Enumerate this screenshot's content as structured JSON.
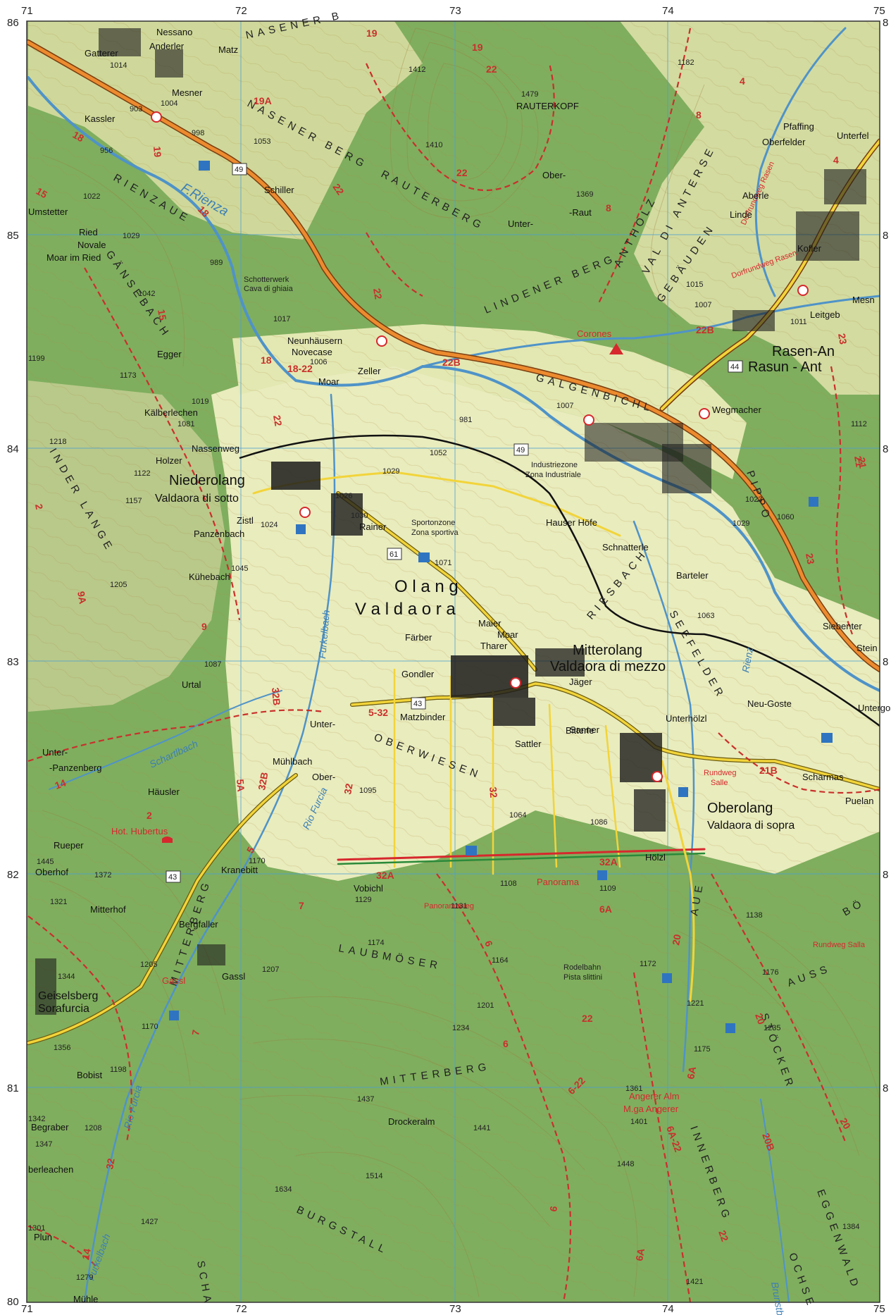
{
  "map": {
    "grid_top": [
      "71",
      "72",
      "73",
      "74",
      "75"
    ],
    "grid_bottom": [
      "71",
      "72",
      "73",
      "74",
      "75"
    ],
    "grid_left": [
      "86",
      "85",
      "84",
      "83",
      "82",
      "81",
      "80"
    ],
    "grid_right": [
      "8",
      "8",
      "8",
      "8",
      "8",
      "8"
    ],
    "places": [
      {
        "id": "nessano",
        "label": "Nessano"
      },
      {
        "id": "anderler",
        "label": "Anderler"
      },
      {
        "id": "gatterer",
        "label": "Gatterer"
      },
      {
        "id": "matz",
        "label": "Matz"
      },
      {
        "id": "mesner",
        "label": "Mesner"
      },
      {
        "id": "kassler",
        "label": "Kassler"
      },
      {
        "id": "rauterkopf",
        "label": "RAUTERKOPF"
      },
      {
        "id": "ober",
        "label": "Ober-"
      },
      {
        "id": "raut",
        "label": "-Raut"
      },
      {
        "id": "unter",
        "label": "Unter-"
      },
      {
        "id": "pfaffing",
        "label": "Pfaffing"
      },
      {
        "id": "oberfelder",
        "label": "Oberfelder"
      },
      {
        "id": "unterfel",
        "label": "Unterfel"
      },
      {
        "id": "aberle",
        "label": "Aberle"
      },
      {
        "id": "linde",
        "label": "Linde"
      },
      {
        "id": "kofler",
        "label": "Kofler"
      },
      {
        "id": "mesn",
        "label": "Mesn"
      },
      {
        "id": "leitgeb",
        "label": "Leitgeb"
      },
      {
        "id": "umstetter",
        "label": "Umstetter"
      },
      {
        "id": "ried",
        "label": "Ried"
      },
      {
        "id": "novale",
        "label": "Novale"
      },
      {
        "id": "moar_ried",
        "label": "Moar im Ried"
      },
      {
        "id": "schiller",
        "label": "Schiller"
      },
      {
        "id": "schotterwerk",
        "label": "Schotterwerk"
      },
      {
        "id": "cava",
        "label": "Cava di ghiaia"
      },
      {
        "id": "neunhausern",
        "label": "Neunhäusern"
      },
      {
        "id": "novecase",
        "label": "Novecase"
      },
      {
        "id": "moar",
        "label": "Moar"
      },
      {
        "id": "zeller",
        "label": "Zeller"
      },
      {
        "id": "egger",
        "label": "Egger"
      },
      {
        "id": "corones",
        "label": "Corones"
      },
      {
        "id": "rasen",
        "label": "Rasen-An"
      },
      {
        "id": "rasun",
        "label": "Rasun - Ant"
      },
      {
        "id": "wegmacher",
        "label": "Wegmacher"
      },
      {
        "id": "kalberlechen",
        "label": "Kälberlechen"
      },
      {
        "id": "nassenweg",
        "label": "Nassenweg"
      },
      {
        "id": "holzer",
        "label": "Holzer"
      },
      {
        "id": "niederolang",
        "label": "Niederolang"
      },
      {
        "id": "valdaora_sotto",
        "label": "Valdaora di sotto"
      },
      {
        "id": "industriezone",
        "label": "Industriezone"
      },
      {
        "id": "zona_industriale",
        "label": "Zona Industriale"
      },
      {
        "id": "sportonzone",
        "label": "Sportonzone"
      },
      {
        "id": "zona_sportiva",
        "label": "Zona sportiva"
      },
      {
        "id": "rainer",
        "label": "Rainer"
      },
      {
        "id": "panzenbach",
        "label": "Panzenbach"
      },
      {
        "id": "zistl",
        "label": "Zistl"
      },
      {
        "id": "hauser_hofe",
        "label": "Hauser Höfe"
      },
      {
        "id": "schnatterle",
        "label": "Schnatterle"
      },
      {
        "id": "barteler",
        "label": "Barteler"
      },
      {
        "id": "kuhebach",
        "label": "Kühebach"
      },
      {
        "id": "olang",
        "label": "O l a n g"
      },
      {
        "id": "valdaora",
        "label": "V a l d a o r a"
      },
      {
        "id": "maier",
        "label": "Maier"
      },
      {
        "id": "moar2",
        "label": "Moar"
      },
      {
        "id": "tharer",
        "label": "Tharer"
      },
      {
        "id": "farber",
        "label": "Färber"
      },
      {
        "id": "mitterolang",
        "label": "Mitterolang"
      },
      {
        "id": "valdaora_mezzo",
        "label": "Valdaora di mezzo"
      },
      {
        "id": "jager",
        "label": "Jäger"
      },
      {
        "id": "siebenter",
        "label": "Siebenter"
      },
      {
        "id": "stein",
        "label": "Stein"
      },
      {
        "id": "gondler",
        "label": "Gondler"
      },
      {
        "id": "urtal",
        "label": "Urtal"
      },
      {
        "id": "neu_goste",
        "label": "Neu-Goste"
      },
      {
        "id": "untergos",
        "label": "Untergos"
      },
      {
        "id": "matzbinder",
        "label": "Matzbinder"
      },
      {
        "id": "bitterle",
        "label": "Bitterle"
      },
      {
        "id": "sanner",
        "label": "Sanner"
      },
      {
        "id": "unterholzl",
        "label": "Unterhölzl"
      },
      {
        "id": "unter2",
        "label": "Unter-"
      },
      {
        "id": "sattler",
        "label": "Sattler"
      },
      {
        "id": "unter_panzenberg_a",
        "label": "Unter-"
      },
      {
        "id": "unter_panzenberg_b",
        "label": "-Panzenberg"
      },
      {
        "id": "muhlbach",
        "label": "Mühlbach"
      },
      {
        "id": "ober2",
        "label": "Ober-"
      },
      {
        "id": "scharmas",
        "label": "Scharmas"
      },
      {
        "id": "rundweg_salle_a",
        "label": "Rundweg"
      },
      {
        "id": "rundweg_salle_b",
        "label": "Salle"
      },
      {
        "id": "hausler",
        "label": "Häusler"
      },
      {
        "id": "oberolang",
        "label": "Oberolang"
      },
      {
        "id": "valdaora_sopra",
        "label": "Valdaora di sopra"
      },
      {
        "id": "puelan",
        "label": "Puelan"
      },
      {
        "id": "hof_hubertus",
        "label": "Hot. Hubertus"
      },
      {
        "id": "rueper",
        "label": "Rueper"
      },
      {
        "id": "oberhof",
        "label": "Oberhof"
      },
      {
        "id": "kranebitt",
        "label": "Kranebitt"
      },
      {
        "id": "holzl",
        "label": "Hölzl"
      },
      {
        "id": "vobichl",
        "label": "Vobichl"
      },
      {
        "id": "panorama",
        "label": "Panorama"
      },
      {
        "id": "mitterhof",
        "label": "Mitterhof"
      },
      {
        "id": "panoramaweg",
        "label": "Panoramaweg"
      },
      {
        "id": "bergfaller",
        "label": "Bergfaller"
      },
      {
        "id": "rundweg_salla",
        "label": "Rundweg Salla"
      },
      {
        "id": "gassl_red",
        "label": "Gassl"
      },
      {
        "id": "gassl",
        "label": "Gassl"
      },
      {
        "id": "rodelbahn",
        "label": "Rodelbahn"
      },
      {
        "id": "pista_slittini",
        "label": "Pista slittini"
      },
      {
        "id": "geiselsberg",
        "label": "Geiselsberg"
      },
      {
        "id": "sorafurcia",
        "label": "Sorafurcia"
      },
      {
        "id": "bobist",
        "label": "Bobist"
      },
      {
        "id": "angerer_alm",
        "label": "Angerer Alm"
      },
      {
        "id": "mga_angerer",
        "label": "M.ga Angerer"
      },
      {
        "id": "begraber",
        "label": "Begraber"
      },
      {
        "id": "drockeralm",
        "label": "Drockeralm"
      },
      {
        "id": "oberleachen",
        "label": "berleachen"
      },
      {
        "id": "plun",
        "label": "Plun"
      },
      {
        "id": "muhle",
        "label": "Mühle"
      }
    ],
    "ridges": [
      {
        "id": "nasener_berg_top",
        "label": "NASENER B"
      },
      {
        "id": "nasener_berg",
        "label": "NASENER BERG"
      },
      {
        "id": "rauterberg",
        "label": "RAUTERBERG"
      },
      {
        "id": "lindener_berg",
        "label": "LINDENER BERG"
      },
      {
        "id": "antholz",
        "label": "ANTHOLZ"
      },
      {
        "id": "val_di_anterselva",
        "label": "VAL DI ANTERSE"
      },
      {
        "id": "gebauden",
        "label": "GEBÄUDEN"
      },
      {
        "id": "galgenbichl",
        "label": "GALGENBICHL"
      },
      {
        "id": "rienzaue",
        "label": "RIENZAUE"
      },
      {
        "id": "gansebach",
        "label": "GÄNSEBACH"
      },
      {
        "id": "under_lange",
        "label": "INDER LANGE"
      },
      {
        "id": "riesbach",
        "label": "RIESBACH"
      },
      {
        "id": "seefelder",
        "label": "SEEFELDER"
      },
      {
        "id": "pippo",
        "label": "PIPPO"
      },
      {
        "id": "oberwiesen",
        "label": "OBERWIESEN"
      },
      {
        "id": "laubmoser",
        "label": "LAUBMÖSER"
      },
      {
        "id": "mitterberg",
        "label": "MITTERBERG"
      },
      {
        "id": "mitterberg_w",
        "label": "MITTERBERG"
      },
      {
        "id": "innerberg",
        "label": "INNERBERG"
      },
      {
        "id": "stocker",
        "label": "STÖCKER"
      },
      {
        "id": "burgstall",
        "label": "BURGSTALL"
      },
      {
        "id": "aue",
        "label": "AUE"
      },
      {
        "id": "ausser",
        "label": "AUSS"
      },
      {
        "id": "eggenwald",
        "label": "EGGENWALD"
      },
      {
        "id": "ochse",
        "label": "OCHSE"
      },
      {
        "id": "scha",
        "label": "SCHA"
      },
      {
        "id": "bo",
        "label": "BÖ"
      }
    ],
    "waters": [
      {
        "id": "f_rienza",
        "label": "F.Rienza"
      },
      {
        "id": "furkelbach",
        "label": "Furkelbach"
      },
      {
        "id": "schartlbach",
        "label": "Schartlbach"
      },
      {
        "id": "rio_furcia",
        "label": "Rio Furcia"
      },
      {
        "id": "rio_furcia2",
        "label": "Rio Furcia"
      },
      {
        "id": "furkelbach2",
        "label": "Furkelbach"
      },
      {
        "id": "rienz",
        "label": "Rienz"
      },
      {
        "id": "brunstbach",
        "label": "Brunstbach"
      },
      {
        "id": "dorfrundweg_rasen",
        "label": "Dorfrundweg Rasen"
      },
      {
        "id": "dorfrundweg_rasen2",
        "label": "Dorfrundweg Rasen"
      }
    ],
    "elevations": [
      "1014",
      "903",
      "1004",
      "998",
      "956",
      "1053",
      "1412",
      "1479",
      "1410",
      "1369",
      "1182",
      "1022",
      "1029",
      "989",
      "1042",
      "1017",
      "1006",
      "1015",
      "1007",
      "1011",
      "1199",
      "1173",
      "1019",
      "1081",
      "981",
      "1007",
      "1052",
      "1218",
      "1122",
      "1157",
      "1026",
      "1030",
      "1029",
      "1024",
      "1045",
      "1071",
      "1023",
      "1029",
      "1060",
      "1205",
      "1063",
      "1087",
      "1095",
      "1064",
      "1086",
      "1112",
      "1170",
      "1372",
      "1445",
      "1321",
      "1108",
      "1109",
      "1129",
      "1131",
      "1174",
      "1164",
      "1138",
      "1205",
      "1207",
      "1344",
      "1172",
      "1176",
      "1201",
      "1221",
      "1235",
      "1234",
      "1170",
      "1356",
      "1198",
      "1175",
      "1437",
      "1361",
      "1401",
      "1441",
      "1342",
      "1208",
      "1347",
      "1448",
      "1514",
      "1634",
      "1427",
      "1301",
      "1279",
      "1384",
      "1421"
    ],
    "routes": [
      "19",
      "19",
      "22",
      "18",
      "19",
      "15",
      "18",
      "19A",
      "22",
      "22",
      "8",
      "8",
      "22",
      "4",
      "4",
      "15",
      "18",
      "18-22",
      "22B",
      "22B",
      "23",
      "22",
      "21",
      "23",
      "9A",
      "2",
      "9",
      "32B",
      "5-32",
      "32",
      "5A",
      "32B",
      "14",
      "5",
      "2",
      "32",
      "32A",
      "32A",
      "6A",
      "7",
      "6",
      "20",
      "21B",
      "20",
      "22",
      "6",
      "6-22",
      "6A",
      "20B",
      "6A-22",
      "32",
      "7",
      "6",
      "6A",
      "14",
      "22",
      "20",
      "21"
    ],
    "road_numbers": [
      "49",
      "44",
      "49",
      "43",
      "61",
      "43"
    ],
    "colors": {
      "forest": "#7fae5e",
      "meadow": "#d9dea3",
      "valley": "#e9ecbd",
      "road_yellow": "#f2d43a",
      "road_orange": "#ec8b2f",
      "water": "#4f93c8",
      "trail_red": "#c9302c",
      "grid": "#4c9fcf",
      "settlement": "#1c1c1c"
    }
  }
}
